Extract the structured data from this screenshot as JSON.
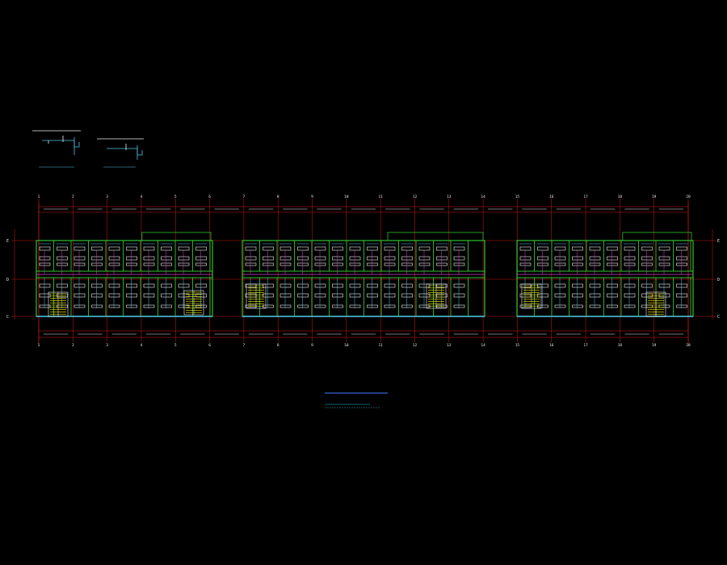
{
  "drawing": {
    "background": "#000000",
    "colors": {
      "grid": "#d01818",
      "wall": "#2ec52e",
      "fixture": "#f0f0f0",
      "pipe": "#d040d0",
      "pipe_alt": "#4fc3e8",
      "stair": "#f4f000",
      "title": "#3f7fff",
      "title_sub": "#00c8d8",
      "dim": "#e8e8e8"
    },
    "axis_numbers": [
      "1",
      "2",
      "3",
      "4",
      "5",
      "6",
      "7",
      "8",
      "9",
      "10",
      "11",
      "12",
      "13",
      "14",
      "15",
      "16",
      "17",
      "18",
      "19",
      "20"
    ],
    "axis_letters": [
      "E",
      "D",
      "C"
    ]
  },
  "plan": {
    "title": "",
    "subtitle": ""
  },
  "details": [
    {
      "label": ""
    },
    {
      "label": ""
    }
  ]
}
